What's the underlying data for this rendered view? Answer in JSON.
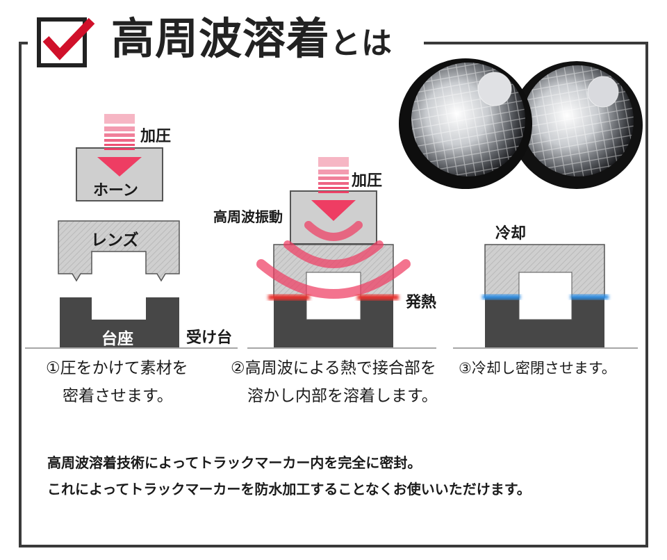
{
  "header": {
    "title_main": "高周波溶着",
    "title_tail": "とは"
  },
  "diagram1": {
    "pressure": "加圧",
    "horn": "ホーン",
    "lens": "レンズ",
    "base": "台座",
    "cradle": "受け台"
  },
  "diagram2": {
    "pressure": "加圧",
    "vibration": "高周波振動",
    "heat": "発熱"
  },
  "diagram3": {
    "cooling": "冷却"
  },
  "steps": {
    "s1_line1": "①圧をかけて素材を",
    "s1_line2": "密着させます。",
    "s2_line1": "②高周波による熱で接合部を",
    "s2_line2": "溶かし内部を溶着します。",
    "s3_line1": "③冷却し密閉させます。"
  },
  "notes": {
    "line1": "高周波溶着技術によってトラックマーカー内を完全に密封。",
    "line2": "これによってトラックマーカーを防水加工することなくお使いいただけます。"
  },
  "colors": {
    "arrow": "#ee3d63",
    "heat": "#e8302e",
    "cool": "#2e8fe6",
    "frame": "#3a3a3a",
    "check": "#d0102a"
  }
}
